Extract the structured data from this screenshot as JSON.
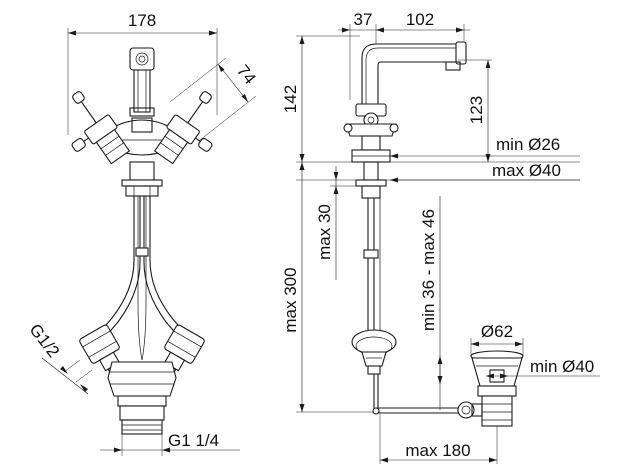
{
  "front_view": {
    "width": "178",
    "handle_angle_size": "74",
    "inlet_thread": "G1/2",
    "base_thread": "G1 1/4"
  },
  "side_view": {
    "spout_offset": "37",
    "spout_reach": "102",
    "total_height": "142",
    "spout_height": "123",
    "hole_min": "min Ø26",
    "hole_max": "max Ø40",
    "deck_max": "max 30",
    "hose_max": "max 300",
    "rod_range": "min 36 - max 46",
    "waste_dia": "Ø62",
    "waste_min": "min Ø40",
    "rod_reach": "max 180"
  }
}
